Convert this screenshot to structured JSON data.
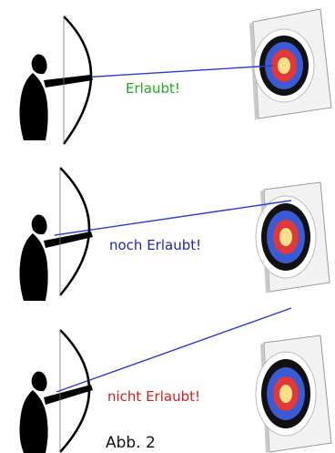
{
  "panels": [
    {
      "label": "Erlaubt!",
      "label_color": "#22a822"
    },
    {
      "label": "noch Erlaubt!",
      "label_color": "#1c28b4"
    },
    {
      "label": "nicht Erlaubt!",
      "label_color": "#d21e1e"
    }
  ],
  "caption": "Abb. 2",
  "colors": {
    "archer": "#000000",
    "sight_line": "#2a3ad6",
    "target_face": [
      "#ffffff",
      "#111111",
      "#3b5bd6",
      "#e23838",
      "#f6e08a"
    ]
  }
}
